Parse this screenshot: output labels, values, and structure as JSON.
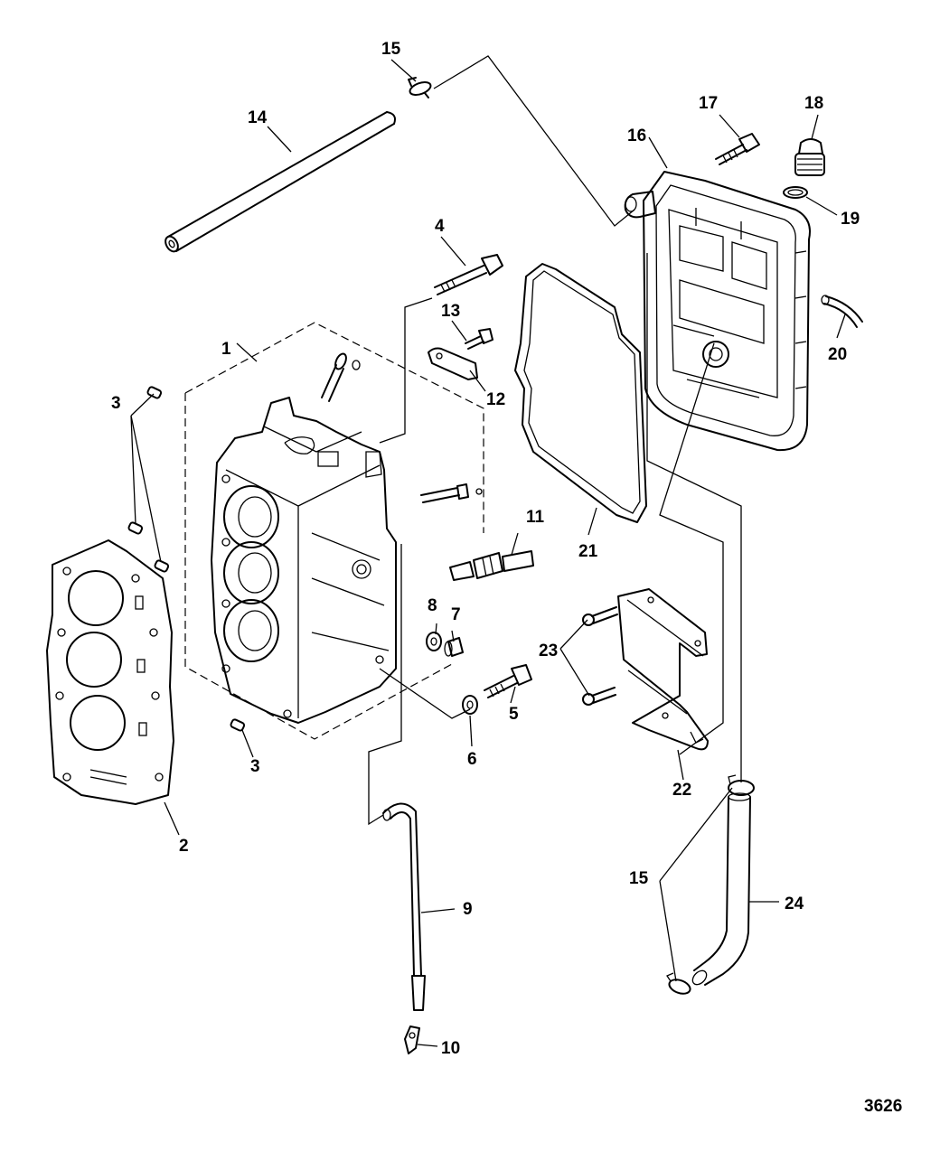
{
  "figure_number": "3626",
  "callouts": {
    "c1": "1",
    "c2": "2",
    "c3a": "3",
    "c3b": "3",
    "c4": "4",
    "c5": "5",
    "c6": "6",
    "c7": "7",
    "c8": "8",
    "c9": "9",
    "c10": "10",
    "c11": "11",
    "c12": "12",
    "c13": "13",
    "c14": "14",
    "c15a": "15",
    "c15b": "15",
    "c16": "16",
    "c17": "17",
    "c18": "18",
    "c19": "19",
    "c20": "20",
    "c21": "21",
    "c22": "22",
    "c23": "23",
    "c24": "24"
  }
}
